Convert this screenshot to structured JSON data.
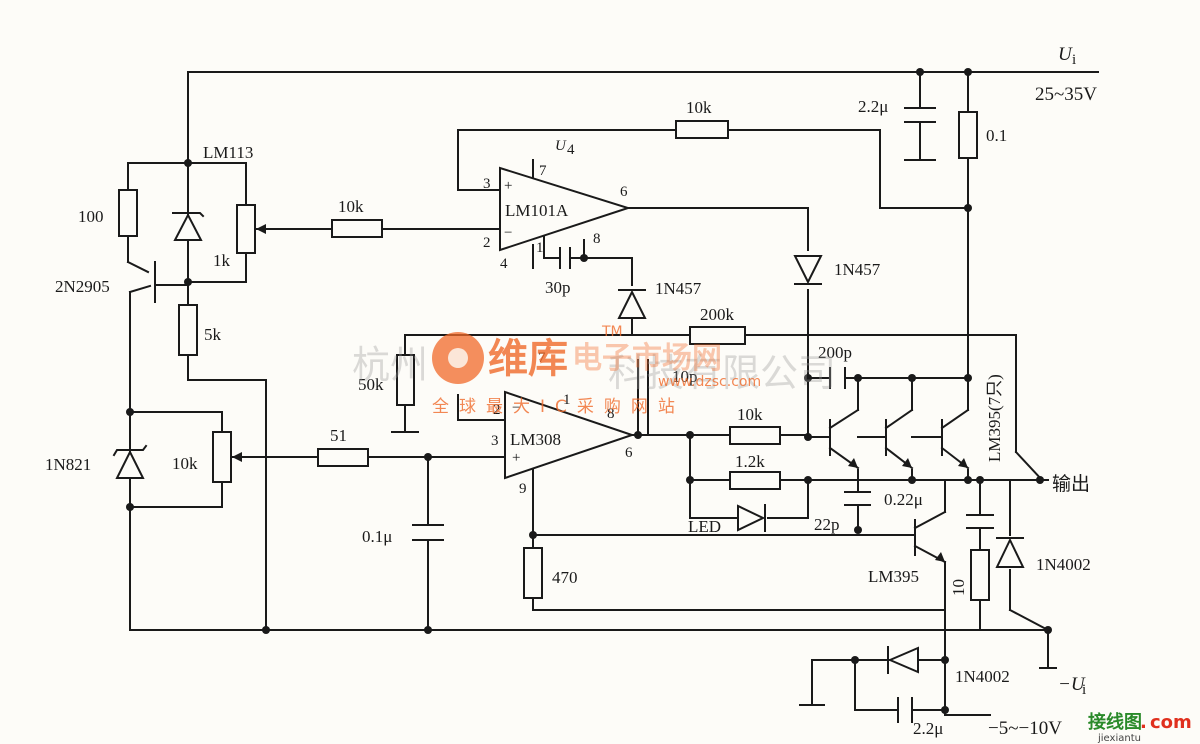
{
  "power": {
    "supply_label": "U",
    "supply_sub": "i",
    "supply_range": "25~35V",
    "neg_supply_label": "−U",
    "neg_supply_sub": "i",
    "neg_supply_range": "−5~−10V",
    "u4_label": "U",
    "u4_sub": "4"
  },
  "components": {
    "lm113": "LM113",
    "r100": "100",
    "r1k": "1k",
    "q2n2905": "2N2905",
    "r5k": "5k",
    "d1n821": "1N821",
    "r10k_pot": "10k",
    "r10k_in": "10k",
    "r10k_fb": "10k",
    "lm101a": "LM101A",
    "c30p": "30p",
    "d1n457_a": "1N457",
    "d1n457_b": "1N457",
    "c2_2u_top": "2.2μ",
    "r0_1": "0.1",
    "r200k": "200k",
    "c200p": "200p",
    "r50k": "50k",
    "r51": "51",
    "lm308": "LM308",
    "c0_1u": "0.1μ",
    "r10k_lm308": "10k",
    "r1_2k": "1.2k",
    "led": "LED",
    "c22p": "22p",
    "c0_22u": "0.22μ",
    "r470": "470",
    "lm395": "LM395",
    "lm395x7": "LM395(7只)",
    "r10": "10",
    "d1n4002_a": "1N4002",
    "d1n4002_b": "1N4002",
    "c2_2u_bot": "2.2μ",
    "output": "输出",
    "c10p": "10p"
  },
  "pins": {
    "lm101a_3": "3",
    "lm101a_2": "2",
    "lm101a_7": "7",
    "lm101a_4": "4",
    "lm101a_6": "6",
    "lm101a_1": "1",
    "lm101a_8": "8",
    "lm308_3": "3",
    "lm308_2": "2",
    "lm308_6": "6",
    "lm308_9": "9",
    "lm308_1": "1",
    "lm308_8": "8",
    "lm308_7": "7",
    "plus": "+",
    "minus": "−"
  },
  "watermark": {
    "left_text": "杭州",
    "right_text": "科技有限公司",
    "brand": "维库",
    "brand_sub": "电子市场网",
    "url": "www.dzsc.com",
    "tm": "TM",
    "slogan": "全球最大IC采购网站"
  },
  "corner_logo": {
    "name": "接线图",
    "dot": ".",
    "com": "com",
    "url": "jiexiantu"
  }
}
